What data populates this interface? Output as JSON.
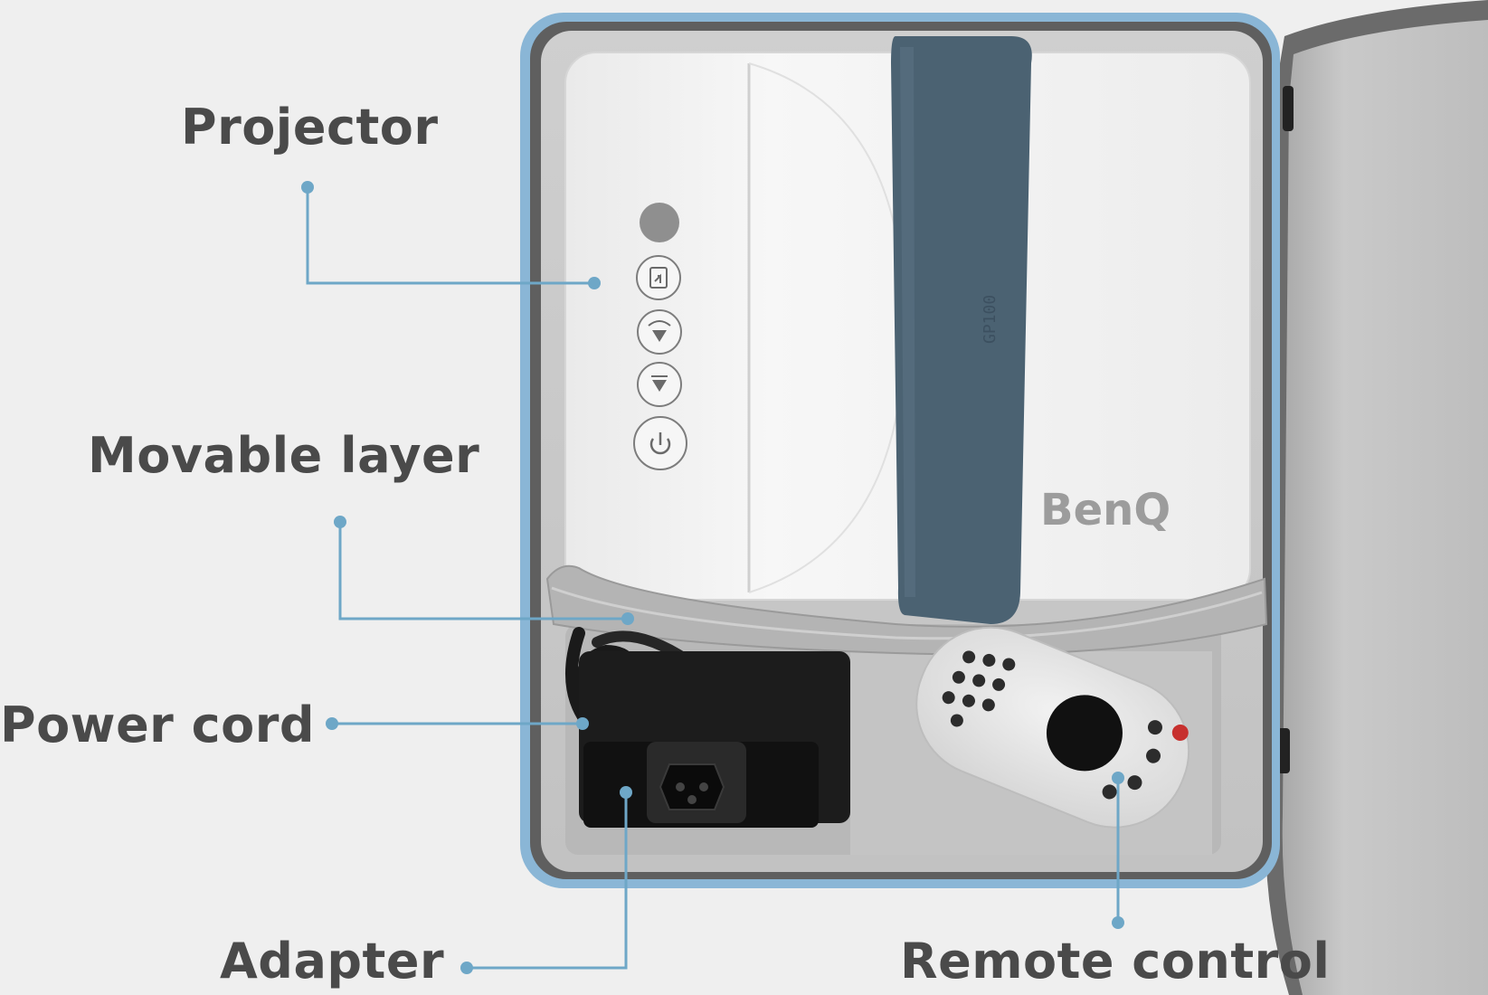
{
  "labels": {
    "projector": "Projector",
    "movable_layer": "Movable layer",
    "power_cord": "Power cord",
    "adapter": "Adapter",
    "remote_control": "Remote control"
  },
  "product": {
    "brand_logo": "BenQ",
    "model_marking": "GP100"
  },
  "colors": {
    "background": "#efefef",
    "label_text": "#4a4a4a",
    "callout_line": "#6ea7c7",
    "case_zipper": "#8ab6d6",
    "case_lining": "#c9c9c9",
    "projector_body": "#f4f4f4",
    "strap": "#4b6272",
    "adapter_black": "#1c1c1c",
    "remote_body": "#e3e3e3"
  },
  "icons": [
    "power-icon",
    "input-source-icon",
    "focus-up-icon",
    "focus-down-icon"
  ]
}
